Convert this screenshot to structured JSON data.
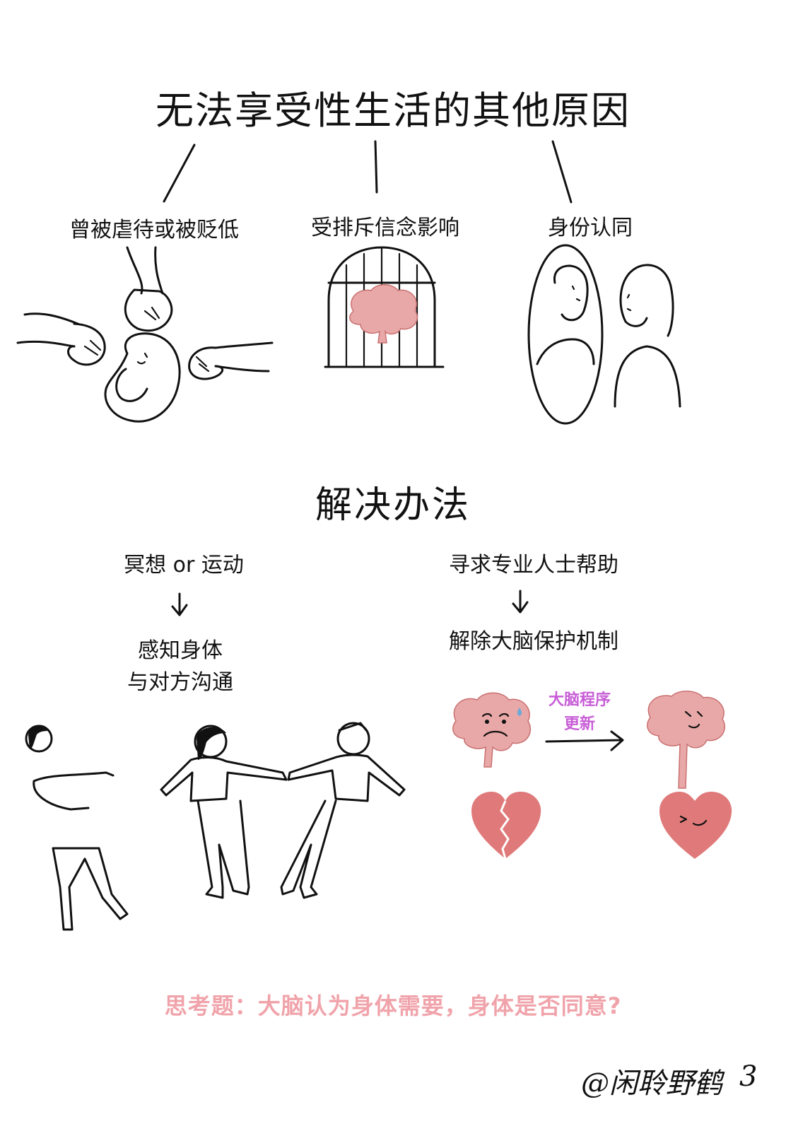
{
  "title": "无法享受性生活的其他原因",
  "causes": [
    {
      "label": "曾被虐待或被贬低"
    },
    {
      "label": "受排斥信念影响"
    },
    {
      "label": "身份认同"
    }
  ],
  "solutions": {
    "title": "解决办法",
    "left": {
      "step1": "冥想 or 运动",
      "step2_line1": "感知身体",
      "step2_line2": "与对方沟通"
    },
    "right": {
      "step1": "寻求专业人士帮助",
      "step2": "解除大脑保护机制"
    },
    "arrow_label_line1": "大脑程序",
    "arrow_label_line2": "更新"
  },
  "question": "思考题：大脑认为身体需要，身体是否同意?",
  "signature": "@闲聆野鹤",
  "page_number": "3",
  "colors": {
    "accent_pink": "#f0a3aa",
    "brain_pink": "#e9a8a8",
    "heart_red": "#e07a7a",
    "label_purple": "#c85ed7"
  },
  "icons": [
    "fist-icon",
    "curled-figure-icon",
    "cage-icon",
    "brain-icon",
    "mirror-icon",
    "person-icon",
    "heart-icon",
    "broken-heart-icon",
    "arrow-icon"
  ]
}
